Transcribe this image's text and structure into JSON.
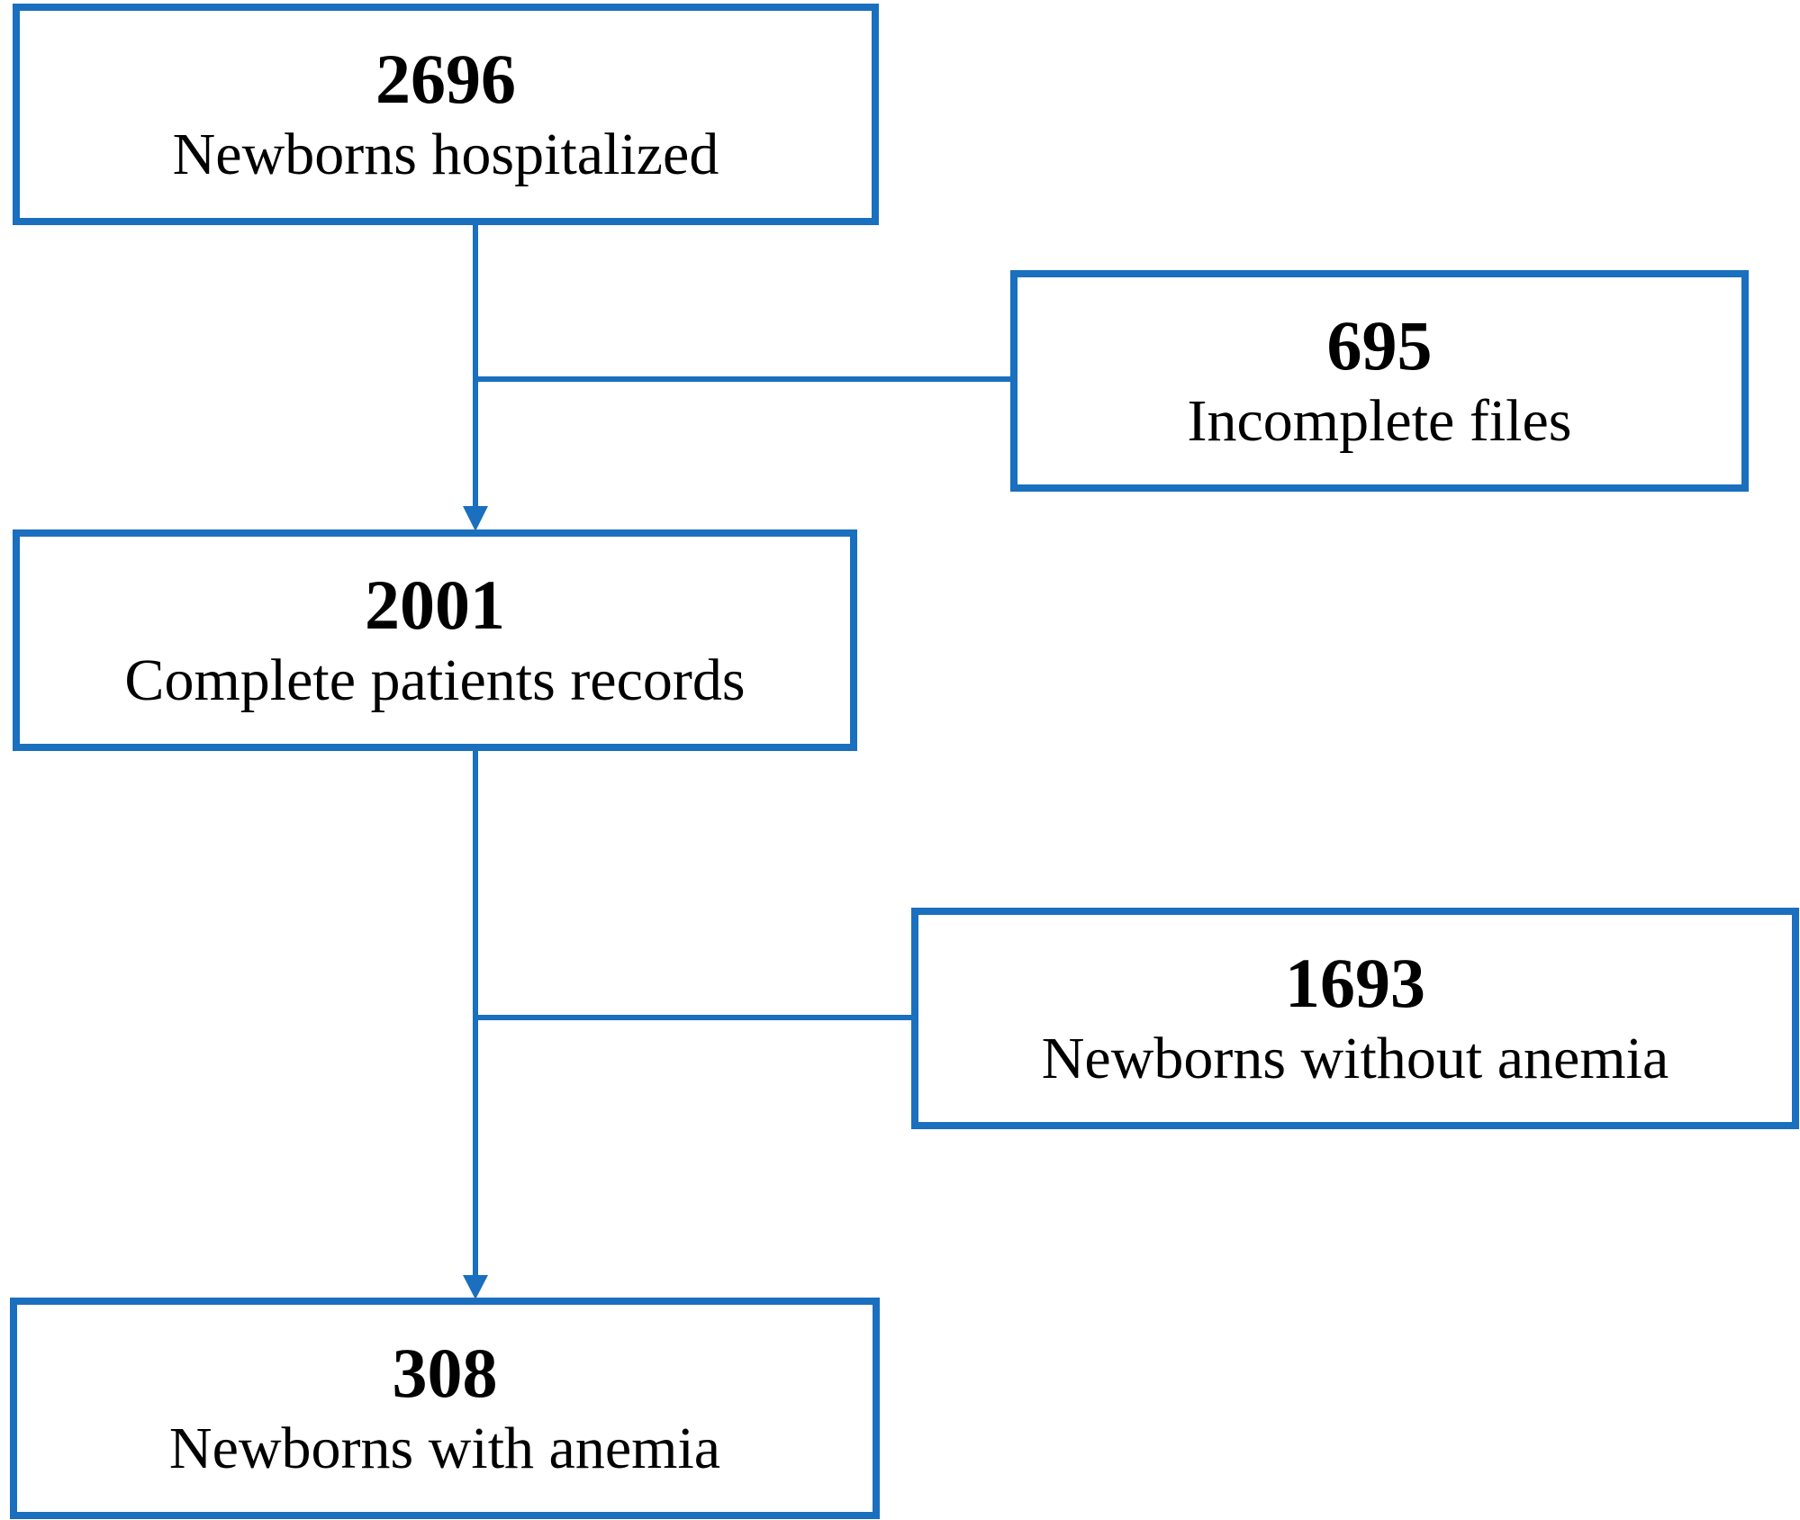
{
  "flowchart": {
    "line_color": "#1a6fbf",
    "boxes": {
      "hospitalized": {
        "count": "2696",
        "label": "Newborns hospitalized"
      },
      "incomplete": {
        "count": "695",
        "label": "Incomplete files"
      },
      "complete": {
        "count": "2001",
        "label": "Complete patients records"
      },
      "no_anemia": {
        "count": "1693",
        "label": "Newborns without anemia"
      },
      "anemia": {
        "count": "308",
        "label": "Newborns with anemia"
      }
    },
    "edges": [
      {
        "from": "hospitalized",
        "to": "complete",
        "arrow": true
      },
      {
        "from": "hospitalized",
        "to": "incomplete",
        "arrow": false
      },
      {
        "from": "complete",
        "to": "anemia",
        "arrow": true
      },
      {
        "from": "complete",
        "to": "no_anemia",
        "arrow": false
      }
    ]
  }
}
